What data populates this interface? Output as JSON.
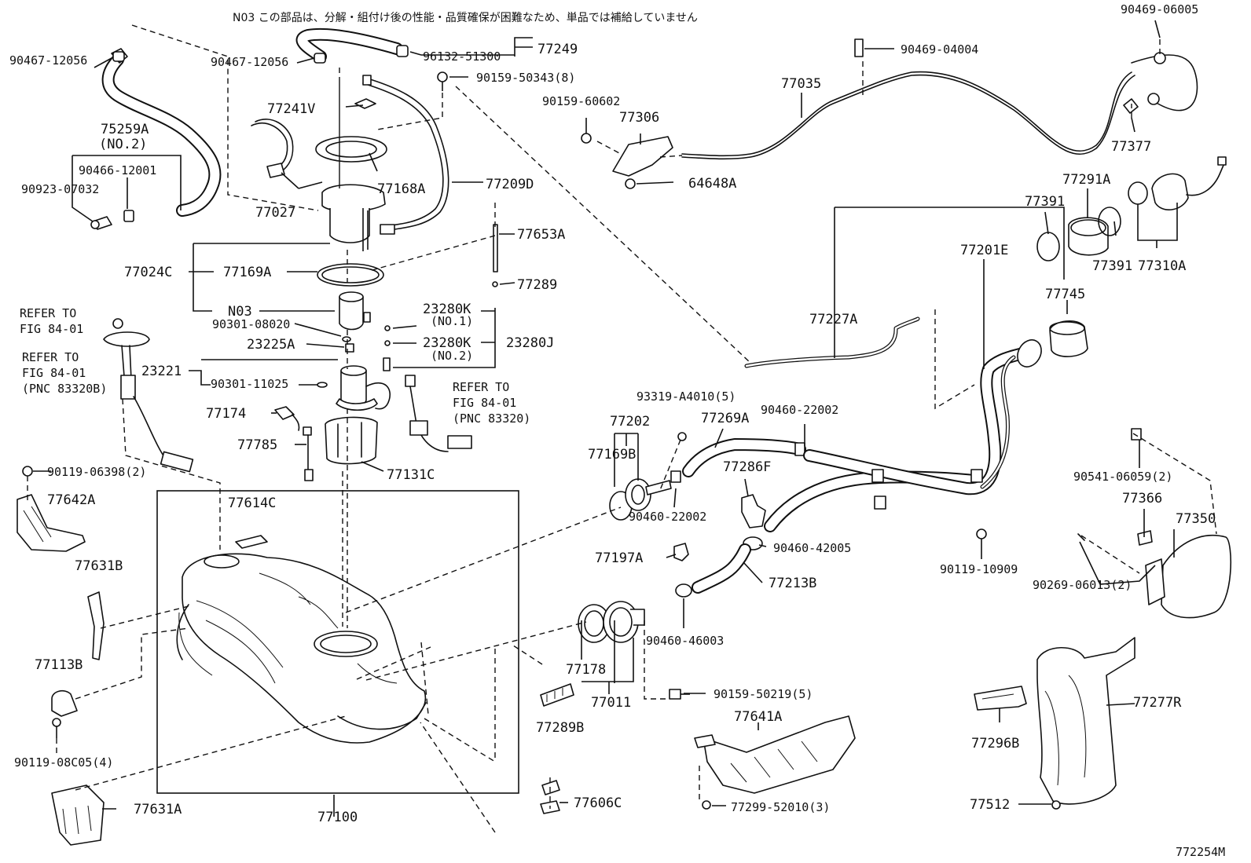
{
  "note": "N03 この部品は、分解・組付け後の性能・品質確保が困難なため、単品では補給していません",
  "figure_id": "772254M",
  "labels": {
    "l77249": "77249",
    "l96132": "96132-51300",
    "l90467a": "90467-12056",
    "l90467b": "90467-12056",
    "l90159_50343": "90159-50343(8)",
    "l75259A": "75259A",
    "l75259A_no2": "(NO.2)",
    "l90466": "90466-12001",
    "l90923": "90923-07032",
    "l77241V": "77241V",
    "l77168A": "77168A",
    "l77209D": "77209D",
    "l77027": "77027",
    "l77653A": "77653A",
    "l77289": "77289",
    "l77024C": "77024C",
    "l77169A": "77169A",
    "lN03": "N03",
    "l90301_08020": "90301-08020",
    "l23225A": "23225A",
    "l23280K1": "23280K",
    "l23280K1_no": "(NO.1)",
    "l23280K2": "23280K",
    "l23280K2_no": "(NO.2)",
    "l23280J": "23280J",
    "l23221": "23221",
    "l90301_11025": "90301-11025",
    "refer1a": "REFER TO",
    "refer1b": "FIG 84-01",
    "refer2a": "REFER TO",
    "refer2b": "FIG 84-01",
    "refer2c": "(PNC 83320B)",
    "refer3a": "REFER TO",
    "refer3b": "FIG 84-01",
    "refer3c": "(PNC 83320)",
    "l77174": "77174",
    "l77785": "77785",
    "l77131C": "77131C",
    "l90119_06398": "90119-06398(2)",
    "l77642A": "77642A",
    "l77614C": "77614C",
    "l77631B": "77631B",
    "l77113B": "77113B",
    "l90119_08C05": "90119-08C05(4)",
    "l77631A": "77631A",
    "l77100": "77100",
    "l77606C": "77606C",
    "l77289B": "77289B",
    "l77178": "77178",
    "l77011": "77011",
    "l90159_50219": "90159-50219(5)",
    "l77641A": "77641A",
    "l77299": "77299-52010(3)",
    "l93319": "93319-A4010(5)",
    "l77202": "77202",
    "l77269A": "77269A",
    "l90460_22002a": "90460-22002",
    "l77169B": "77169B",
    "l90460_22002b": "90460-22002",
    "l77286F": "77286F",
    "l90460_42005": "90460-42005",
    "l77197A": "77197A",
    "l77213B": "77213B",
    "l90460_46003": "90460-46003",
    "l90159_60602": "90159-60602",
    "l77306": "77306",
    "l64648A": "64648A",
    "l77035": "77035",
    "l90469_04004": "90469-04004",
    "l90469_06005": "90469-06005",
    "l77377": "77377",
    "l77291A": "77291A",
    "l77391a": "77391",
    "l77391b": "77391",
    "l77310A": "77310A",
    "l77201E": "77201E",
    "l77745": "77745",
    "l77227A": "77227A",
    "l90119_10909": "90119-10909",
    "l90541": "90541-06059(2)",
    "l77366": "77366",
    "l77350": "77350",
    "l90269": "90269-06013(2)",
    "l77277R": "77277R",
    "l77296B": "77296B",
    "l77512": "77512"
  }
}
